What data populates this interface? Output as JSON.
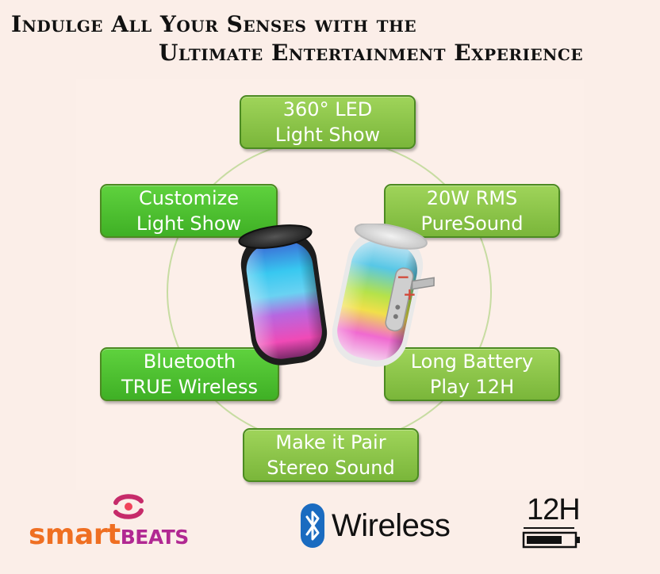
{
  "header": {
    "line1": "Indulge All Your Senses with the",
    "line2": "Ultimate Entertainment Experience"
  },
  "features": [
    {
      "line1": "360° LED",
      "line2": "Light Show"
    },
    {
      "line1": "Customize",
      "line2": "Light Show"
    },
    {
      "line1": "20W RMS",
      "line2": "PureSound"
    },
    {
      "line1": "Bluetooth",
      "line2": "TRUE Wireless"
    },
    {
      "line1": "Long Battery",
      "line2": "Play 12H"
    },
    {
      "line1": "Make it Pair",
      "line2": "Stereo Sound"
    }
  ],
  "speaker_labels": {
    "plus": "+",
    "minus": "−"
  },
  "logos": {
    "brand_part1": "smart",
    "brand_part2": "beats",
    "wireless": "Wireless",
    "battery": "12H"
  },
  "colors": {
    "feature_lime": "#8cc44a",
    "feature_green": "#4cc232",
    "brand_orange": "#ef6f22",
    "brand_purple": "#b12892",
    "bluetooth_blue": "#1a6bc0"
  },
  "icons": {
    "brand_mark": "smartbeats-swirl-icon",
    "wireless_mark": "bluetooth-icon",
    "battery_mark": "battery-icon"
  }
}
